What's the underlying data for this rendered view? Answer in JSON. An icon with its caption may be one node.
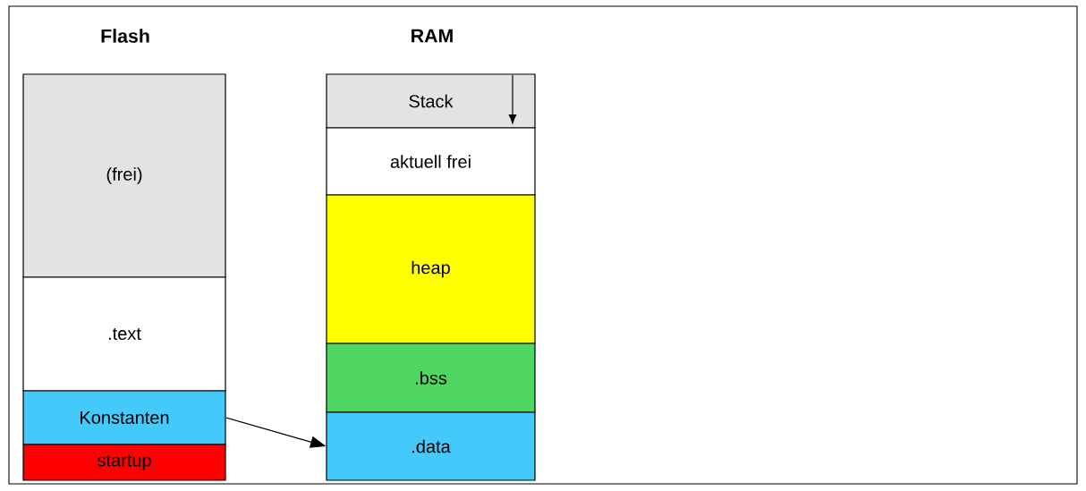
{
  "diagram": {
    "nodes": [
      {
        "text": [
          "(frei)"
        ]
      },
      {
        "text": [
          ".text"
        ]
      },
      {
        "text": [
          "Konstanten"
        ]
      },
      {
        "text": [
          "startup"
        ]
      },
      {
        "text": [
          "Stack"
        ]
      },
      {
        "text": [
          "aktuell frei"
        ]
      },
      {
        "text": [
          "heap"
        ]
      },
      {
        "text": [
          ".bss"
        ]
      },
      {
        "text": [
          ".data"
        ]
      }
    ],
    "edges": [
      {
        "from": 2,
        "to": 8,
        "arrow": "to"
      }
    ],
    "labels": [
      "Flash",
      "RAM"
    ]
  }
}
